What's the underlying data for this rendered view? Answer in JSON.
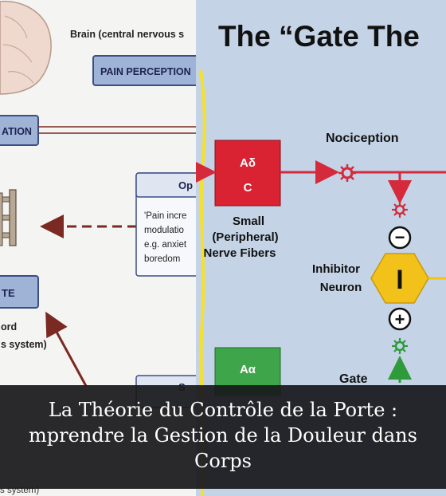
{
  "left": {
    "brain_label": "Brain (central nervous s",
    "pain_perception": "PAIN PERCEPTION",
    "ation_box": "ATION",
    "op_title": "Op",
    "op_lines": [
      "'Pain incre",
      "modulatio",
      "e.g. anxiet",
      "boredom"
    ],
    "te_box": "TE",
    "cord_lines": [
      "ord",
      "s system)"
    ],
    "bottom_box": "S",
    "bottom_text": "s system)"
  },
  "right": {
    "title": "The “Gate The",
    "nociception": "Nociception",
    "small_fiber_box": [
      "Aδ",
      "C"
    ],
    "small_fiber_label": [
      "Small",
      "(Peripheral)",
      "Nerve Fibers"
    ],
    "inhibitor_label": [
      "Inhibitor",
      "Neuron"
    ],
    "inhibitor_symbol": "I",
    "minus_sign": "−",
    "plus_sign": "+",
    "large_fiber_box": "Aα",
    "gate_partial": "Gate"
  },
  "caption": {
    "lines": [
      "La Théorie du Contrôle de la Porte :",
      "mprendre la Gestion de la Douleur dans",
      "Corps"
    ]
  },
  "colors": {
    "box_fill": "#9fb3d6",
    "box_border": "#3c4e86",
    "arrow_dark_red": "#7a2a22",
    "arrow_red": "#d42a3c",
    "red_box": "#d92232",
    "green_box": "#3fa54a",
    "inhibitor_yellow": "#f2c21a",
    "yellow_line": "#f5e12a",
    "right_bg": "#c4d4e6"
  }
}
